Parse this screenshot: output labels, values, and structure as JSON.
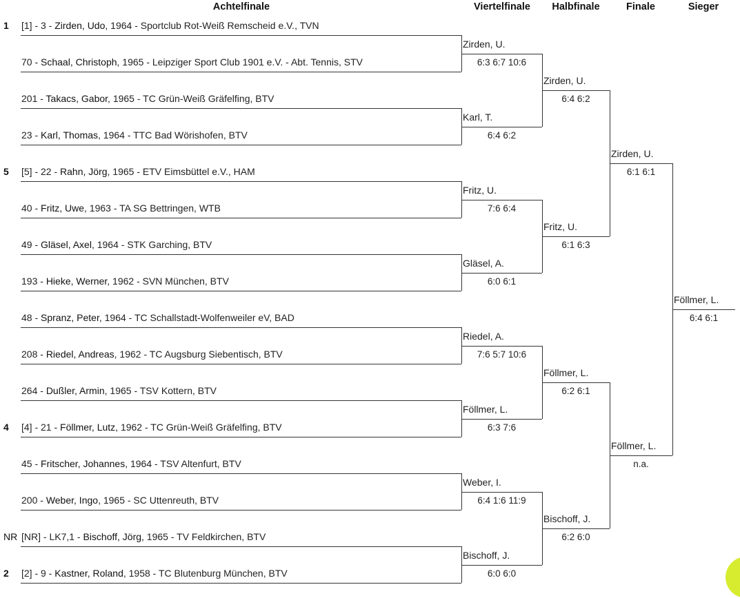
{
  "headers": {
    "r16": "Achtelfinale",
    "qf": "Viertelfinale",
    "sf": "Halbfinale",
    "f": "Finale",
    "w": "Sieger"
  },
  "entries": [
    {
      "seed": "1",
      "label": "[1] - 3 - ",
      "name": "Zirden, Udo",
      "rest": ", 1964 - Sportclub Rot-Weiß Remscheid e.V., TVN"
    },
    {
      "seed": "",
      "label": "70 - ",
      "name": "Schaal, Christoph",
      "rest": ", 1965 - Leipziger Sport Club 1901 e.V. - Abt. Tennis, STV"
    },
    {
      "seed": "",
      "label": "201 - ",
      "name": "Takacs, Gabor",
      "rest": ", 1965 - TC Grün-Weiß Gräfelfing, BTV"
    },
    {
      "seed": "",
      "label": "23 - ",
      "name": "Karl, Thomas",
      "rest": ", 1964 - TTC Bad Wörishofen, BTV"
    },
    {
      "seed": "5",
      "label": "[5] - 22 - ",
      "name": "Rahn, Jörg",
      "rest": ", 1965 - ETV Eimsbüttel e.V., HAM"
    },
    {
      "seed": "",
      "label": "40 - ",
      "name": "Fritz, Uwe",
      "rest": ", 1963 - TA SG Bettringen, WTB"
    },
    {
      "seed": "",
      "label": "49 - ",
      "name": "Gläsel, Axel",
      "rest": ", 1964 - STK Garching, BTV"
    },
    {
      "seed": "",
      "label": "193 - ",
      "name": "Hieke, Werner",
      "rest": ", 1962 - SVN München, BTV"
    },
    {
      "seed": "",
      "label": "48 - ",
      "name": "Spranz, Peter",
      "rest": ", 1964 - TC Schallstadt-Wolfenweiler eV, BAD"
    },
    {
      "seed": "",
      "label": "208 - ",
      "name": "Riedel, Andreas",
      "rest": ", 1962 - TC Augsburg Siebentisch, BTV"
    },
    {
      "seed": "",
      "label": "264 - ",
      "name": "Dußler, Armin",
      "rest": ", 1965 - TSV Kottern, BTV"
    },
    {
      "seed": "4",
      "label": "[4] - 21 - ",
      "name": "Föllmer, Lutz",
      "rest": ", 1962 - TC Grün-Weiß Gräfelfing, BTV"
    },
    {
      "seed": "",
      "label": "45 - ",
      "name": "Fritscher, Johannes",
      "rest": ", 1964 - TSV Altenfurt, BTV"
    },
    {
      "seed": "",
      "label": "200 - ",
      "name": "Weber, Ingo",
      "rest": ", 1965 - SC Uttenreuth, BTV"
    },
    {
      "seed": "NR",
      "label": "[NR] - LK7,1 - ",
      "name": "Bischoff, Jörg",
      "rest": ", 1965 - TV Feldkirchen, BTV"
    },
    {
      "seed": "2",
      "label": "[2] - 9 - ",
      "name": "Kastner, Roland",
      "rest": ", 1958 - TC Blutenburg München, BTV"
    }
  ],
  "rounds": {
    "qf": [
      {
        "winner": "Zirden, U.",
        "score": "6:3 6:7 10:6"
      },
      {
        "winner": "Karl, T.",
        "score": "6:4 6:2"
      },
      {
        "winner": "Fritz, U.",
        "score": "7:6 6:4"
      },
      {
        "winner": "Gläsel, A.",
        "score": "6:0 6:1"
      },
      {
        "winner": "Riedel, A.",
        "score": "7:6 5:7 10:6"
      },
      {
        "winner": "Föllmer, L.",
        "score": "6:3 7:6"
      },
      {
        "winner": "Weber, I.",
        "score": "6:4 1:6 11:9"
      },
      {
        "winner": "Bischoff, J.",
        "score": "6:0 6:0"
      }
    ],
    "sf": [
      {
        "winner": "Zirden, U.",
        "score": "6:4 6:2"
      },
      {
        "winner": "Fritz, U.",
        "score": "6:1 6:3"
      },
      {
        "winner": "Föllmer, L.",
        "score": "6:2 6:1"
      },
      {
        "winner": "Bischoff, J.",
        "score": "6:2 6:0"
      }
    ],
    "f": [
      {
        "winner": "Zirden, U.",
        "score": "6:1 6:1"
      },
      {
        "winner": "Föllmer, L.",
        "score": "n.a."
      }
    ],
    "w": [
      {
        "winner": "Föllmer, L.",
        "score": "6:4 6:1"
      }
    ]
  },
  "accent_color": "#d7ec2f"
}
